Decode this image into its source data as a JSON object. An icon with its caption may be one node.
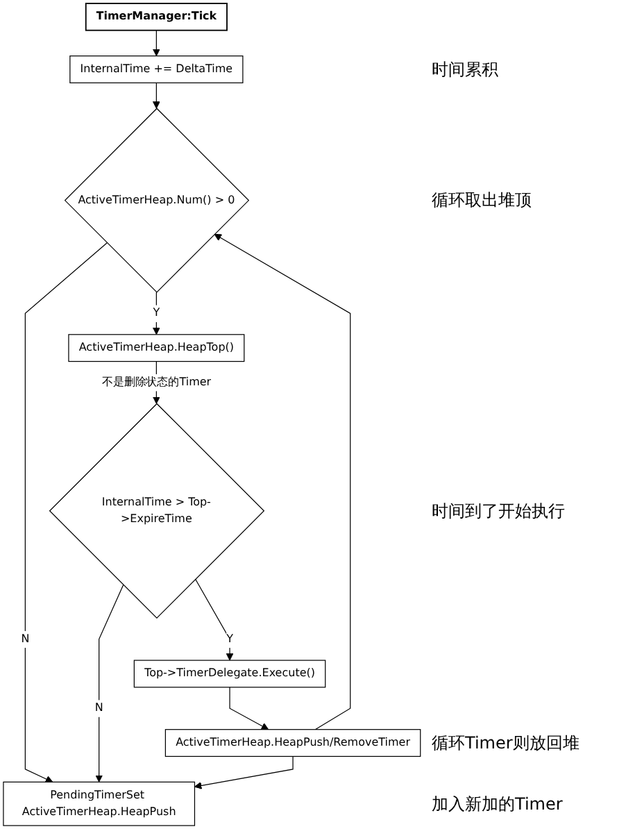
{
  "diagram": {
    "nodes": [
      {
        "text": [
          "TimerManager:Tick"
        ]
      },
      {
        "text": [
          "InternalTime += DeltaTime"
        ]
      },
      {
        "text": [
          "ActiveTimerHeap.Num() > 0"
        ]
      },
      {
        "text": [
          "ActiveTimerHeap.HeapTop()"
        ]
      },
      {
        "text": [
          "InternalTime > Top->ExpireTime"
        ]
      },
      {
        "text": [
          "Top->TimerDelegate.Execute()"
        ]
      },
      {
        "text": [
          "ActiveTimerHeap.HeapPush/RemoveTimer"
        ]
      },
      {
        "text": [
          "PendingTimerSet ActiveTimerHeap.HeapPush"
        ]
      }
    ],
    "edges": [
      {
        "from": 0,
        "to": 1,
        "arrow": "to"
      },
      {
        "from": 1,
        "to": 2,
        "arrow": "to"
      },
      {
        "from": 2,
        "to": 3,
        "arrow": "to",
        "label": "Y"
      },
      {
        "from": 2,
        "to": 7,
        "arrow": "to",
        "label": "N"
      },
      {
        "from": 3,
        "to": 4,
        "arrow": "to",
        "label": "不是删除状态的Timer"
      },
      {
        "from": 4,
        "to": 5,
        "arrow": "to",
        "label": "Y"
      },
      {
        "from": 4,
        "to": 7,
        "arrow": "to",
        "label": "N"
      },
      {
        "from": 5,
        "to": 6,
        "arrow": "to"
      },
      {
        "from": 6,
        "to": 2,
        "arrow": "to"
      },
      {
        "from": 6,
        "to": 7,
        "arrow": "to"
      }
    ],
    "labels": [
      "时间累积",
      "循环取出堆顶",
      "时间到了开始执行",
      "循环Timer则放回堆",
      "加入新加的Timer"
    ]
  }
}
